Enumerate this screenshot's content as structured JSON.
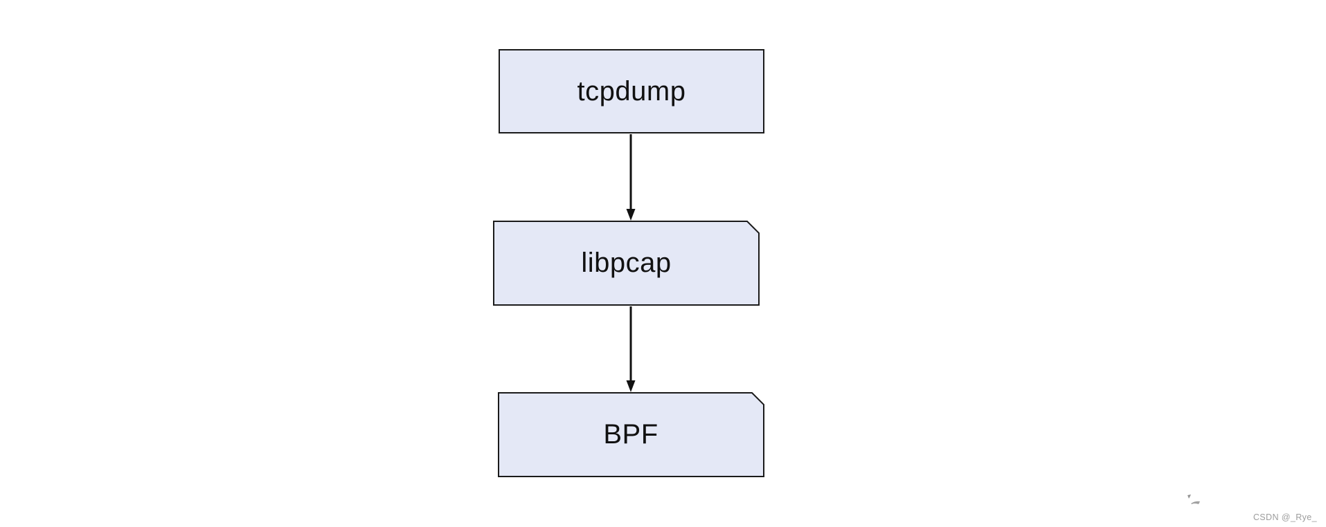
{
  "diagram": {
    "type": "flowchart",
    "nodes": [
      {
        "id": "tcpdump",
        "label": "tcpdump",
        "shape": "rectangle"
      },
      {
        "id": "libpcap",
        "label": "libpcap",
        "shape": "card-folded-corner"
      },
      {
        "id": "bpf",
        "label": "BPF",
        "shape": "card-folded-corner"
      }
    ],
    "edges": [
      {
        "from": "tcpdump",
        "to": "libpcap",
        "style": "solid",
        "arrowhead": "filled-triangle"
      },
      {
        "from": "libpcap",
        "to": "bpf",
        "style": "solid",
        "arrowhead": "filled-triangle"
      }
    ]
  },
  "colors": {
    "canvas_background": "#ffffff",
    "node_fill": "#e4e8f6",
    "node_border": "#1a1a1a",
    "node_text": "#111111",
    "arrow": "#111111",
    "watermark_text": "#9c9c9c"
  },
  "watermark": {
    "text": "CSDN @_Rye_"
  }
}
